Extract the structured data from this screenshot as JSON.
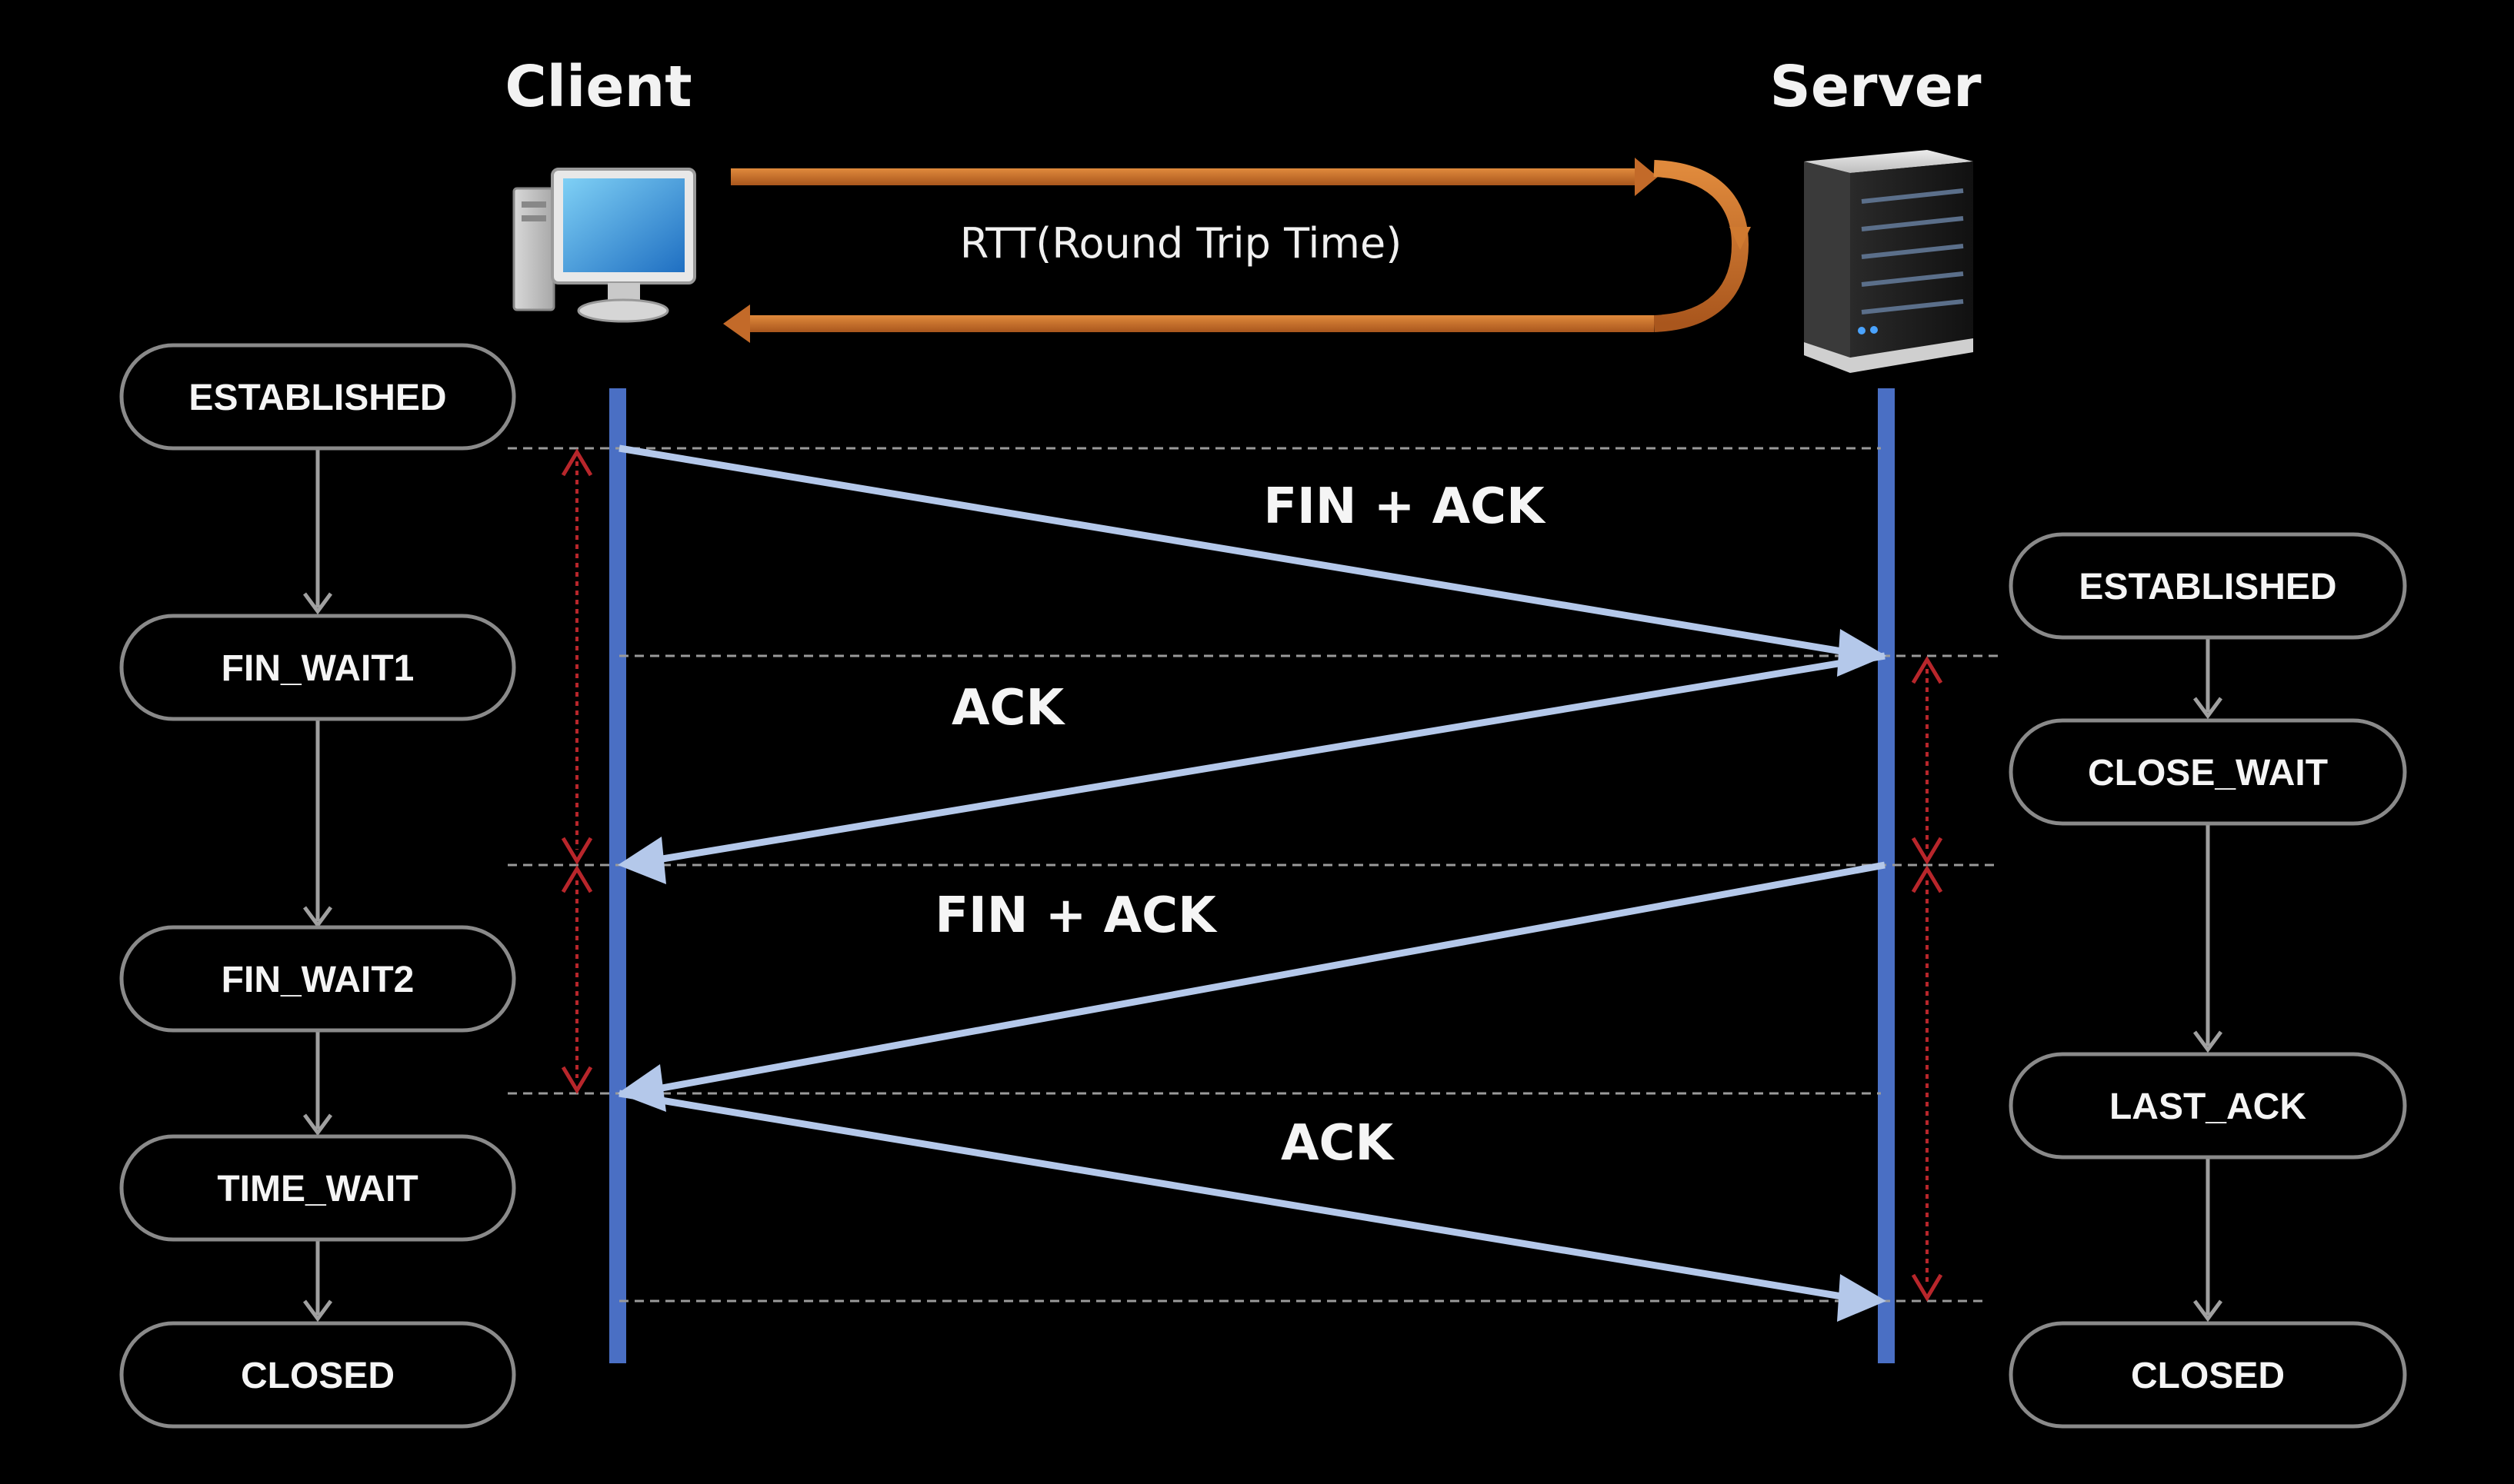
{
  "client": {
    "title": "Client"
  },
  "server": {
    "title": "Server"
  },
  "rtt": {
    "label": "RTT(Round Trip Time)"
  },
  "client_states": [
    "ESTABLISHED",
    "FIN_WAIT1",
    "FIN_WAIT2",
    "TIME_WAIT",
    "CLOSED"
  ],
  "server_states": [
    "ESTABLISHED",
    "CLOSE_WAIT",
    "LAST_ACK",
    "CLOSED"
  ],
  "messages": [
    "FIN + ACK",
    "ACK",
    "FIN + ACK",
    "ACK"
  ],
  "colors": {
    "background": "#000000",
    "lifeline": "#4a6fc4",
    "message_arrow": "#b4c8ea",
    "rtt_arrow": "#c8722e",
    "rtt_bracket": "#b8262b"
  }
}
